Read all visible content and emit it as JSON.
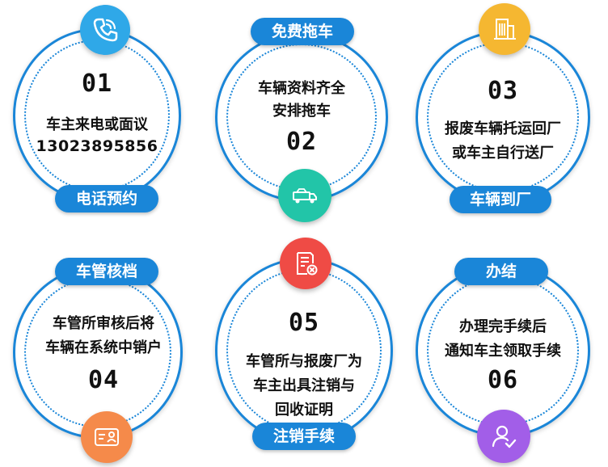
{
  "steps": [
    {
      "number": "01",
      "lines": [
        "车主来电或面议",
        "13023895856"
      ],
      "label": "电话预约",
      "icon": "phone-icon",
      "icon_color": "#2fa8e8"
    },
    {
      "number": "02",
      "lines": [
        "车辆资料齐全",
        "安排拖车"
      ],
      "label": "免费拖车",
      "icon": "tow-truck-icon",
      "icon_color": "#22c5a8"
    },
    {
      "number": "03",
      "lines": [
        "报废车辆托运回厂",
        "或车主自行送厂"
      ],
      "label": "车辆到厂",
      "icon": "building-icon",
      "icon_color": "#f5b731"
    },
    {
      "number": "04",
      "lines": [
        "车管所审核后将",
        "车辆在系统中销户"
      ],
      "label": "车管核档",
      "icon": "id-card-icon",
      "icon_color": "#f58a4a"
    },
    {
      "number": "05",
      "lines": [
        "车管所与报废厂为",
        "车主出具注销与",
        "回收证明"
      ],
      "label": "注销手续",
      "icon": "cancel-document-icon",
      "icon_color": "#ef4b45"
    },
    {
      "number": "06",
      "lines": [
        "办理完手续后",
        "通知车主领取手续"
      ],
      "label": "办结",
      "icon": "user-check-icon",
      "icon_color": "#a25ee8"
    }
  ]
}
